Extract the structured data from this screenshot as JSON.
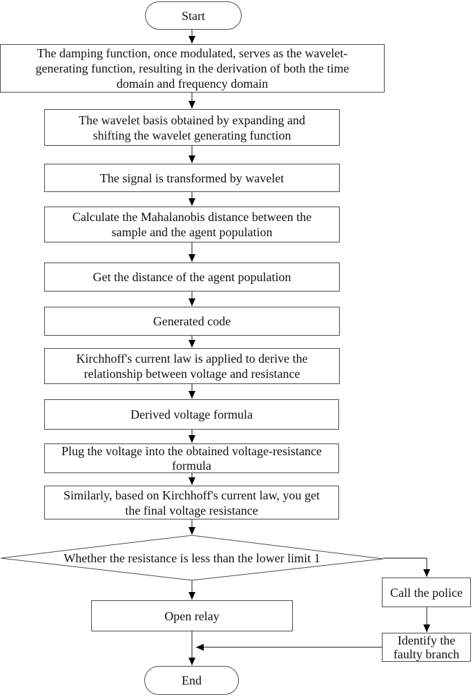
{
  "colors": {
    "background": "#ffffff",
    "box_border": "#4a4a4a",
    "connector_line": "#3d3d3d",
    "arrowhead": "#000000",
    "text": "#111111"
  },
  "flowchart": {
    "nodes": {
      "start": {
        "type": "terminator",
        "lines": [
          "Start"
        ]
      },
      "damping": {
        "type": "process",
        "lines": [
          "The damping function, once modulated, serves as the wavelet-",
          "generating function, resulting in the derivation of both the time",
          "domain and frequency domain"
        ]
      },
      "wavelet_basis": {
        "type": "process",
        "lines": [
          "The wavelet basis obtained by expanding and",
          "shifting the wavelet generating function"
        ]
      },
      "signal_transformed": {
        "type": "process",
        "lines": [
          "The signal is transformed by wavelet"
        ]
      },
      "mahalanobis": {
        "type": "process",
        "lines": [
          "Calculate the Mahalanobis distance between the",
          "sample and the agent population"
        ]
      },
      "agent_distance": {
        "type": "process",
        "lines": [
          "Get the distance of the agent population"
        ]
      },
      "generated_code": {
        "type": "process",
        "lines": [
          "Generated code"
        ]
      },
      "kirchhoff": {
        "type": "process",
        "lines": [
          "Kirchhoff's current law is applied to derive the",
          "relationship between voltage and resistance"
        ]
      },
      "derived_voltage": {
        "type": "process",
        "lines": [
          "Derived voltage formula"
        ]
      },
      "plug_voltage": {
        "type": "process",
        "lines": [
          "Plug the voltage into the obtained voltage-resistance",
          "formula"
        ]
      },
      "similarly": {
        "type": "process",
        "lines": [
          "Similarly, based on Kirchhoff's current law, you get",
          "the final voltage resistance"
        ]
      },
      "decision": {
        "type": "decision",
        "lines": [
          "Whether the resistance is less than the lower limit 1"
        ]
      },
      "open_relay": {
        "type": "process",
        "lines": [
          "Open relay"
        ]
      },
      "call_police": {
        "type": "process",
        "lines": [
          "Call the police"
        ]
      },
      "identify_branch": {
        "type": "process",
        "lines": [
          "Identify the",
          "faulty branch"
        ]
      },
      "end": {
        "type": "terminator",
        "lines": [
          "End"
        ]
      }
    },
    "edges": [
      {
        "from": "start",
        "to": "damping"
      },
      {
        "from": "damping",
        "to": "wavelet_basis"
      },
      {
        "from": "wavelet_basis",
        "to": "signal_transformed"
      },
      {
        "from": "signal_transformed",
        "to": "mahalanobis"
      },
      {
        "from": "mahalanobis",
        "to": "agent_distance"
      },
      {
        "from": "agent_distance",
        "to": "generated_code"
      },
      {
        "from": "generated_code",
        "to": "kirchhoff"
      },
      {
        "from": "kirchhoff",
        "to": "derived_voltage"
      },
      {
        "from": "derived_voltage",
        "to": "plug_voltage"
      },
      {
        "from": "plug_voltage",
        "to": "similarly"
      },
      {
        "from": "similarly",
        "to": "decision"
      },
      {
        "from": "decision",
        "to": "open_relay",
        "branch": "down"
      },
      {
        "from": "decision",
        "to": "call_police",
        "branch": "right"
      },
      {
        "from": "call_police",
        "to": "identify_branch"
      },
      {
        "from": "identify_branch",
        "to": "end",
        "via": "merge-into-main-line"
      },
      {
        "from": "open_relay",
        "to": "end"
      }
    ]
  }
}
